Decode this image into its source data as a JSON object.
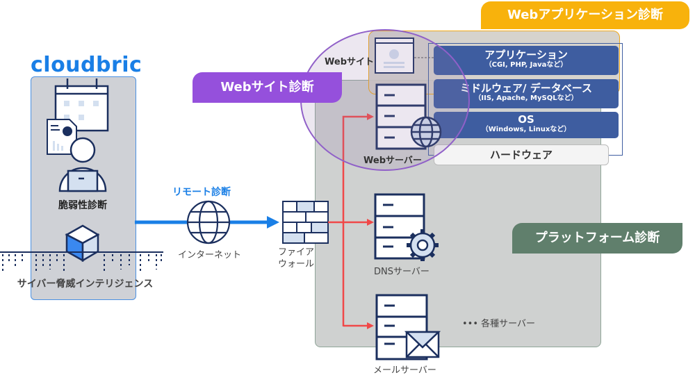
{
  "brand": {
    "logo_text": "cloudbric",
    "accent": "#1a7fe6"
  },
  "left_panel": {
    "vulnerability_label": "脆弱性診断",
    "intel_label": "サイバー脅威インテリジェンス"
  },
  "connection": {
    "remote_label": "リモート診断",
    "internet_label": "インターネット",
    "firewall_label_line1": "ファイア",
    "firewall_label_line2": "ウォール"
  },
  "tags": {
    "web_app": "Webアプリケーション診断",
    "website": "Webサイト診断",
    "platform": "プラットフォーム診断"
  },
  "colors": {
    "web_app": "#f8b20c",
    "website": "#9550dc",
    "platform": "#607f6c",
    "layer": "#3e5da0",
    "arrow_blue": "#1a7fe6",
    "arrow_red": "#f04848",
    "icon_navy": "#1b2f5e"
  },
  "stack": {
    "layers": [
      {
        "title": "アプリケーション",
        "sub": "（CGI, PHP, Javaなど）"
      },
      {
        "title": "ミドルウェア/ データベース",
        "sub": "（IIS, Apache, MySQLなど）"
      },
      {
        "title": "OS",
        "sub": "（Windows, Linuxなど）"
      }
    ],
    "hardware": "ハードウェア"
  },
  "servers": {
    "website": "Webサイト",
    "web_server": "Webサーバー",
    "dns_server": "DNSサーバー",
    "mail_server": "メールサーバー",
    "various": "••• 各種サーバー"
  }
}
